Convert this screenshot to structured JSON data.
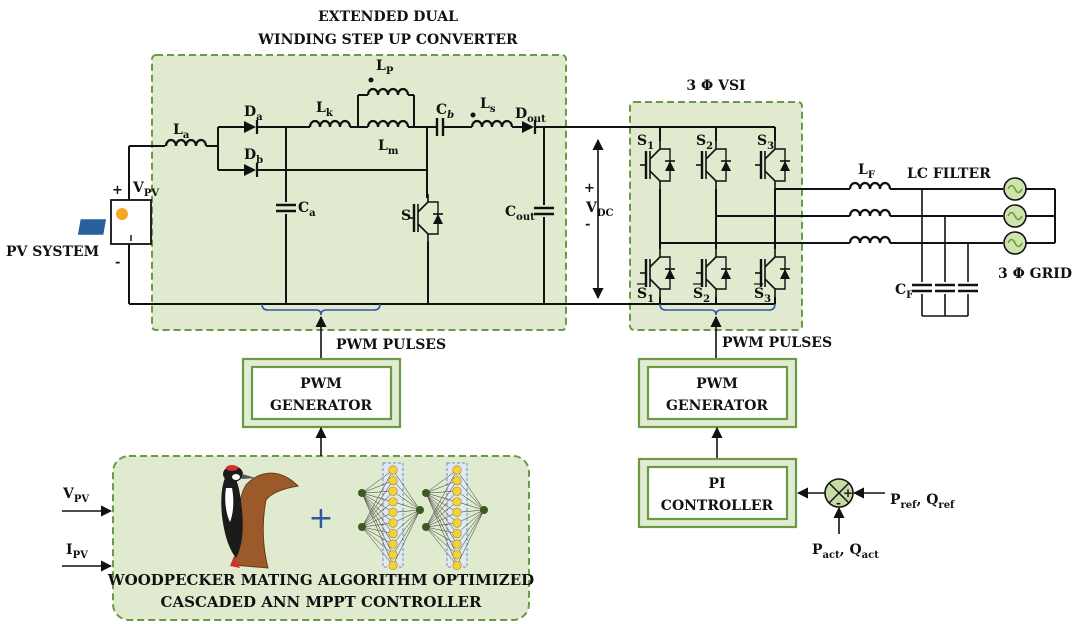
{
  "titles": {
    "converter_line1": "EXTENDED DUAL",
    "converter_line2": "WINDING STEP UP CONVERTER",
    "vsi": "3 Φ VSI",
    "lc_filter": "LC FILTER",
    "grid": "3 Φ GRID",
    "pv_system": "PV SYSTEM"
  },
  "components": {
    "La": "L",
    "La_sub": "a",
    "Da": "D",
    "Da_sub": "a",
    "Db": "D",
    "Db_sub": "b",
    "Lk": "L",
    "Lk_sub": "k",
    "Lp": "L",
    "Lp_sub": "P",
    "Lm": "L",
    "Lm_sub": "m",
    "Cb": "C",
    "Cb_sub": "b",
    "Ls": "L",
    "Ls_sub": "s",
    "Dout": "D",
    "Dout_sub": "out",
    "Ca": "C",
    "Ca_sub": "a",
    "Cout": "C",
    "Cout_sub": "out",
    "S": "S",
    "Vpv": "V",
    "Vpv_sub": "PV",
    "plus": "+",
    "minus": "-",
    "Vdc": "V",
    "Vdc_sub": "DC",
    "S1": "S",
    "S1_sub": "1",
    "S2": "S",
    "S2_sub": "2",
    "S3": "S",
    "S3_sub": "3",
    "S1b": "S",
    "S1b_sub": "1",
    "S2b": "S",
    "S2b_sub": "2",
    "S3b": "S",
    "S3b_sub": "3",
    "LF": "L",
    "LF_sub": "F",
    "CF": "C",
    "CF_sub": "F"
  },
  "control": {
    "pwm_pulses_left": "PWM PULSES",
    "pwm_pulses_right": "PWM PULSES",
    "pwm_gen_line1": "PWM",
    "pwm_gen_line2": "GENERATOR",
    "pi_line1": "PI",
    "pi_line2": "CONTROLLER",
    "mppt_line1": "WOODPECKER MATING ALGORITHM OPTIMIZED",
    "mppt_line2": "CASCADED ANN MPPT CONTROLLER",
    "plus_symbol": "+",
    "in_vpv": "V",
    "in_vpv_sub": "PV",
    "in_ipv": "I",
    "in_ipv_sub": "PV",
    "pref": "P",
    "pref_sub": "ref",
    "qref": "Q",
    "qref_sub": "ref",
    "pact": "P",
    "pact_sub": "act",
    "qact": "Q",
    "qact_sub": "act",
    "comma": ",",
    "sum_plus": "+",
    "sum_minus": "-"
  },
  "colors": {
    "panel_fill": "#dfeacf",
    "panel_border": "#6a9a44",
    "neuron": "#f3d13b",
    "neuron_io": "#3c5a22",
    "sum_fill": "#c6dba5",
    "grid_source": "#cfe4ad"
  }
}
